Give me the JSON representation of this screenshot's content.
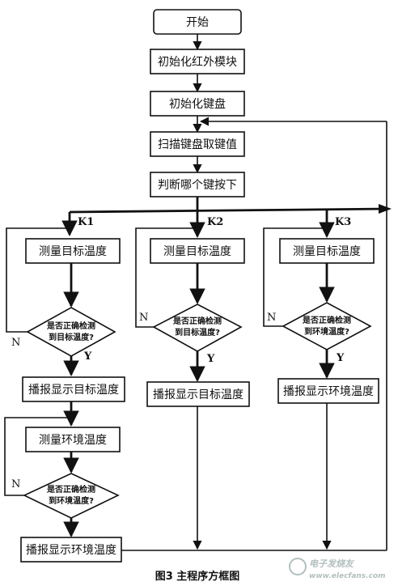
{
  "nodes": {
    "start": "开始",
    "init_ir": "初始化红外模块",
    "init_kb": "初始化键盘",
    "scan": "扫描键盘取键值",
    "judge": "判断哪个键按下",
    "k1_measure": "测量目标温度",
    "k1_check_line1": "是否正确检测",
    "k1_check_line2": "到目标温度?",
    "k1_report": "播报显示目标温度",
    "k1_env_measure": "测量环境温度",
    "k1_env_check_line1": "是否正确检测",
    "k1_env_check_line2": "到环境温度?",
    "k1_env_report": "播报显示环境温度",
    "k2_measure": "测量目标温度",
    "k2_check_line1": "是否正确检测",
    "k2_check_line2": "到目标温度?",
    "k2_report": "播报显示目标温度",
    "k3_measure": "测量目标温度",
    "k3_check_line1": "是否正确检测",
    "k3_check_line2": "到环境温度?",
    "k3_report": "播报显示环境温度"
  },
  "labels": {
    "k1": "K1",
    "k2": "K2",
    "k3": "K3",
    "no": "N",
    "yes": "Y"
  },
  "caption": "图3  主程序方框图",
  "watermark": {
    "brand": "电子发烧友",
    "url": "www.elecfans.com"
  }
}
